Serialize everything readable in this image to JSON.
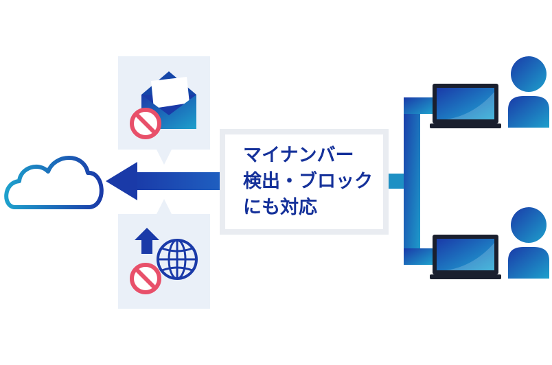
{
  "diagram": {
    "label_lines": [
      "マイナンバー",
      "検出・ブロック",
      "にも対応"
    ],
    "colors": {
      "accent_dark": "#1a3aa8",
      "accent_light": "#1ea0cc",
      "panel_bg": "#eaf0f8",
      "block_red": "#e8506a",
      "box_border": "#e9ecf1"
    },
    "icons": {
      "cloud": "cloud-icon",
      "email": "email-icon",
      "upload_web": "web-upload-icon",
      "block": "no-entry-icon",
      "laptop": "laptop-icon",
      "user": "user-icon"
    }
  }
}
